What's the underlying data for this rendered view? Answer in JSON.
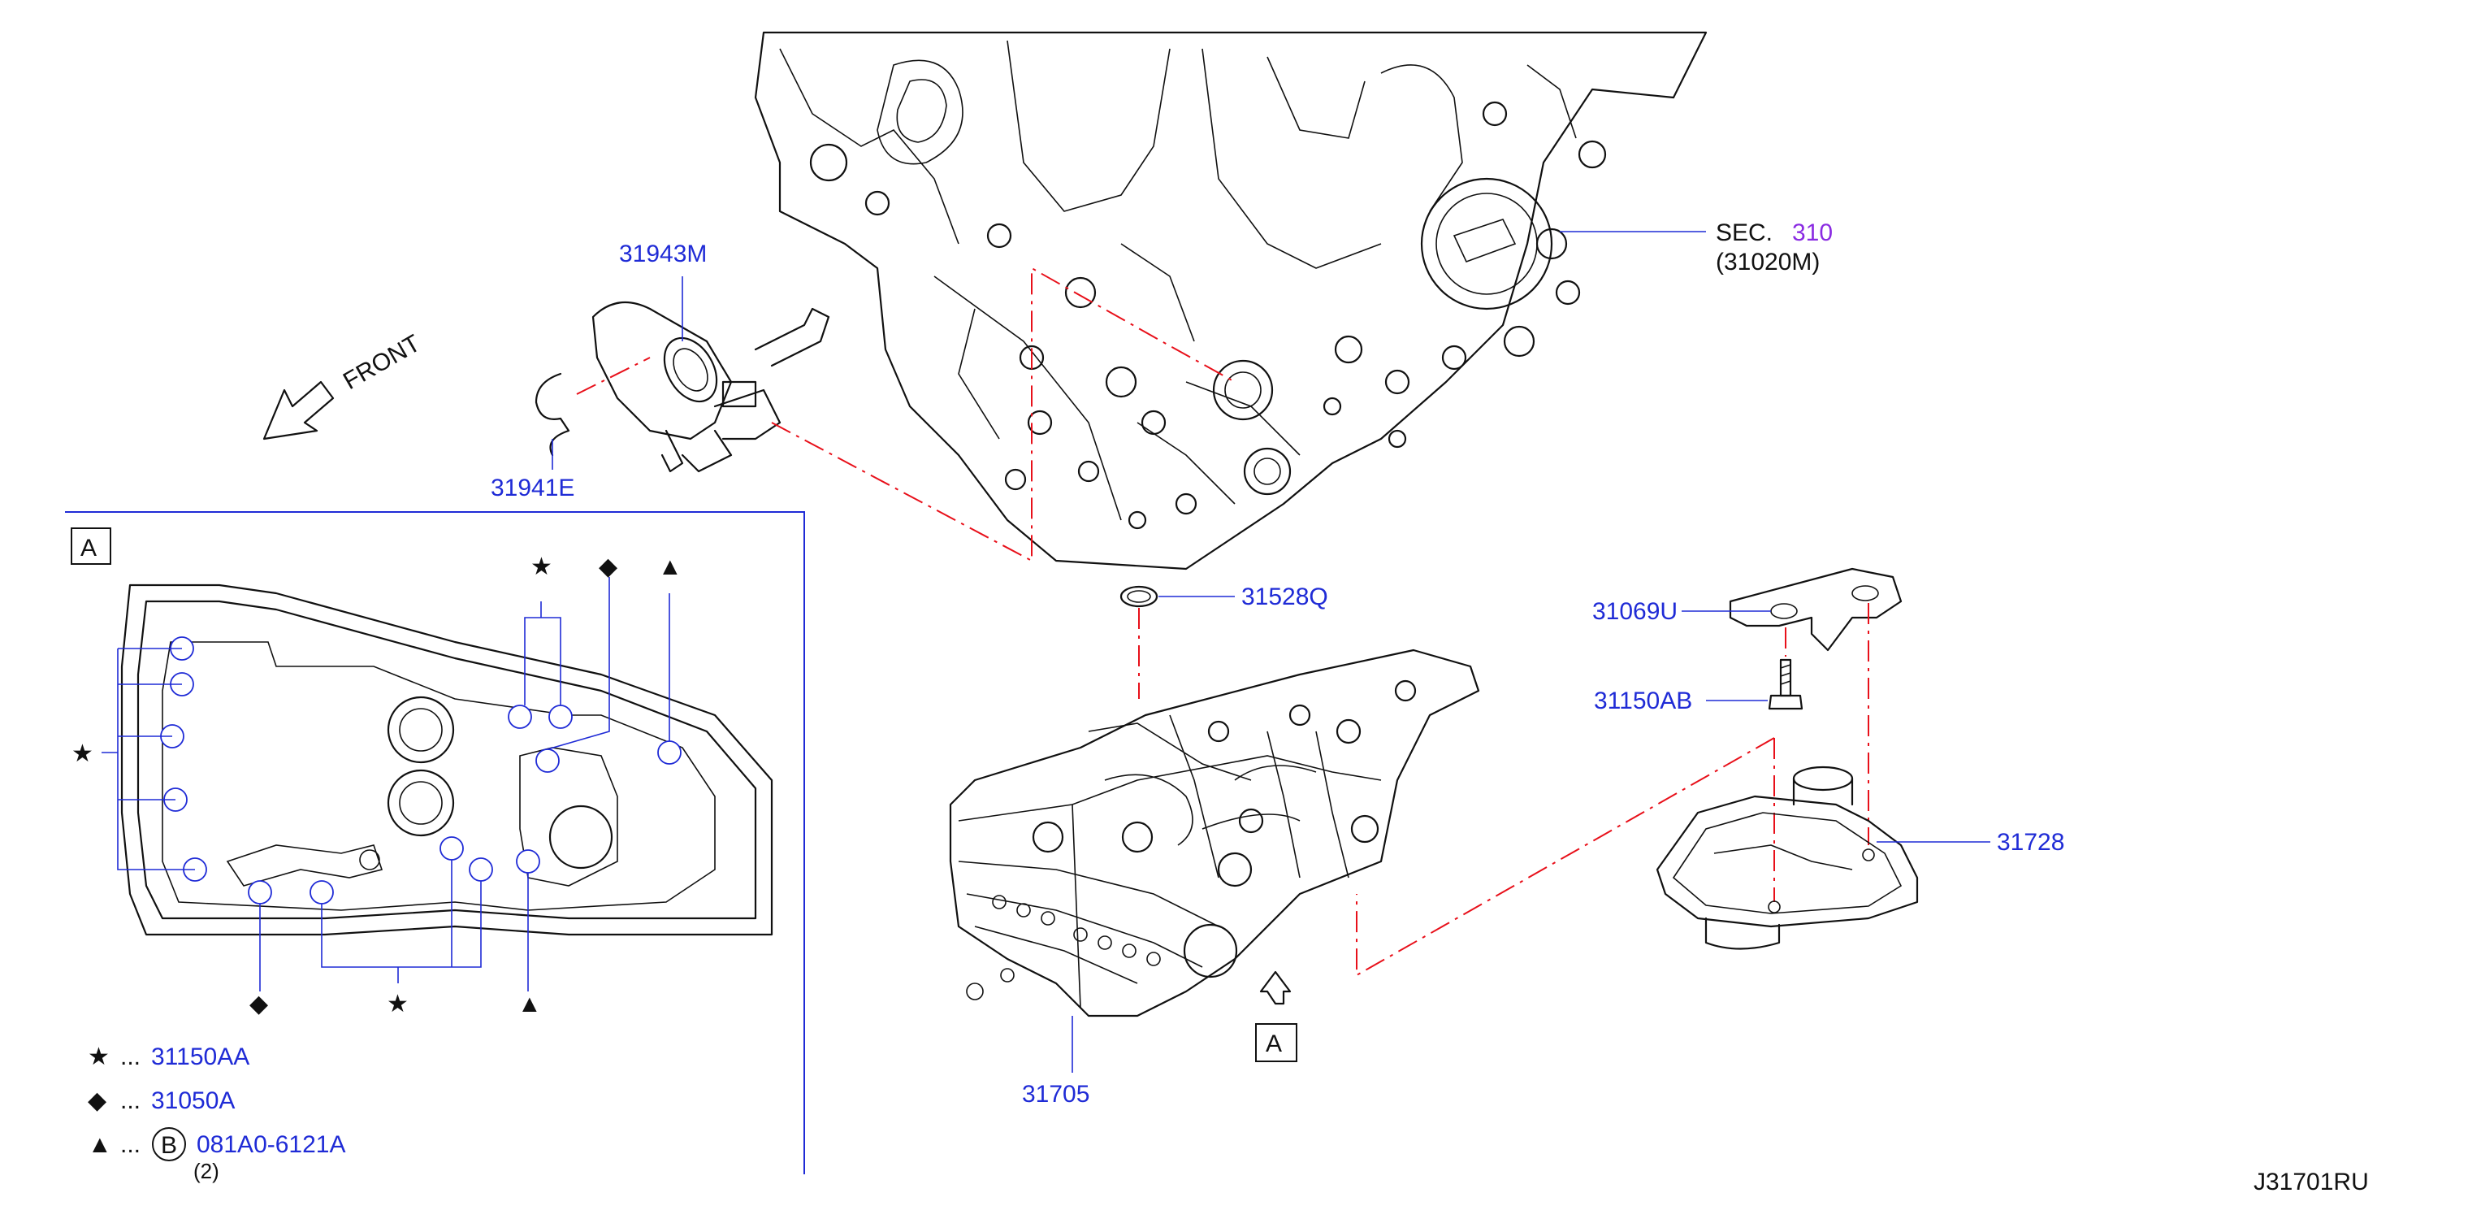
{
  "labels": {
    "sec_prefix": "SEC.",
    "sec_number": "310",
    "sec_sub": "(31020M)",
    "p_31943m": "31943M",
    "p_31941e": "31941E",
    "front": "FRONT",
    "p_31528q": "31528Q",
    "p_31069u": "31069U",
    "p_31150ab": "31150AB",
    "p_31728": "31728",
    "p_31705": "31705",
    "view_a": "A",
    "diagram_id": "J31701RU"
  },
  "detail": {
    "box_label": "A",
    "legend": [
      {
        "symbol": "★",
        "dots": "...",
        "part": "31150AA"
      },
      {
        "symbol": "◆",
        "dots": "...",
        "part": "31050A"
      },
      {
        "symbol": "▲",
        "dots": "...",
        "circle": "B",
        "part": "081A0-6121A",
        "qty": "(2)"
      }
    ],
    "markers": {
      "star": "★",
      "diamond": "◆",
      "triangle": "▲"
    }
  },
  "colors": {
    "label": "#1f2bd6",
    "section_ref": "#8a2be2",
    "hidden_line": "#e8101a",
    "lines": "#111111"
  }
}
